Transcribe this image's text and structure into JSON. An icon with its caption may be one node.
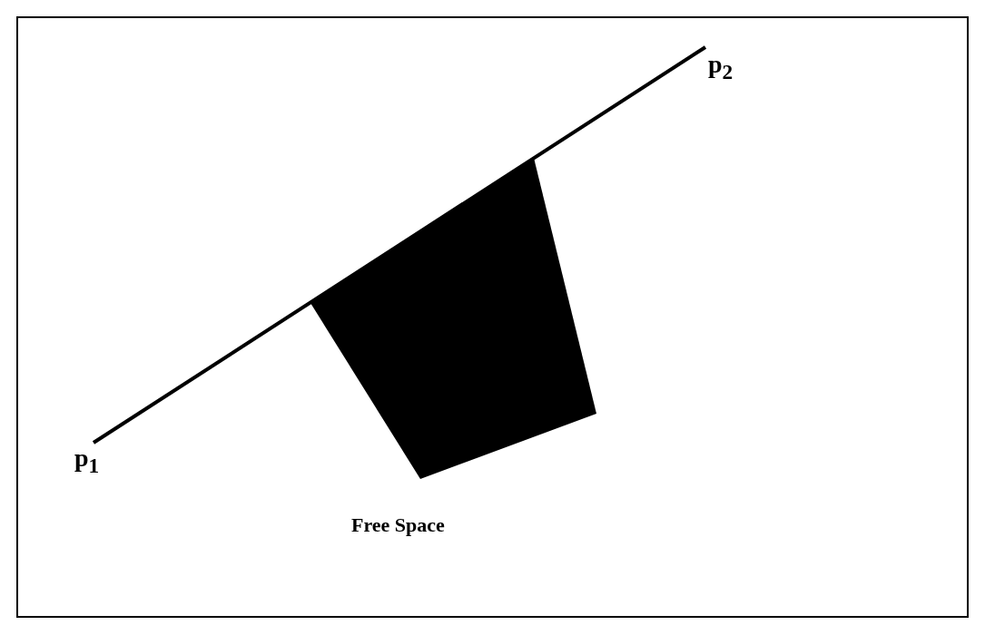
{
  "diagram": {
    "nodes": [
      {
        "text": [
          "p$_{1}$"
        ]
      },
      {
        "text": [
          "p$_{2}$"
        ]
      },
      {
        "text": [],
        "shape": "polygon"
      }
    ],
    "edges": [
      {
        "from": 0,
        "to": 1,
        "arrow": "none"
      }
    ],
    "labels": [
      "Free Space"
    ]
  }
}
